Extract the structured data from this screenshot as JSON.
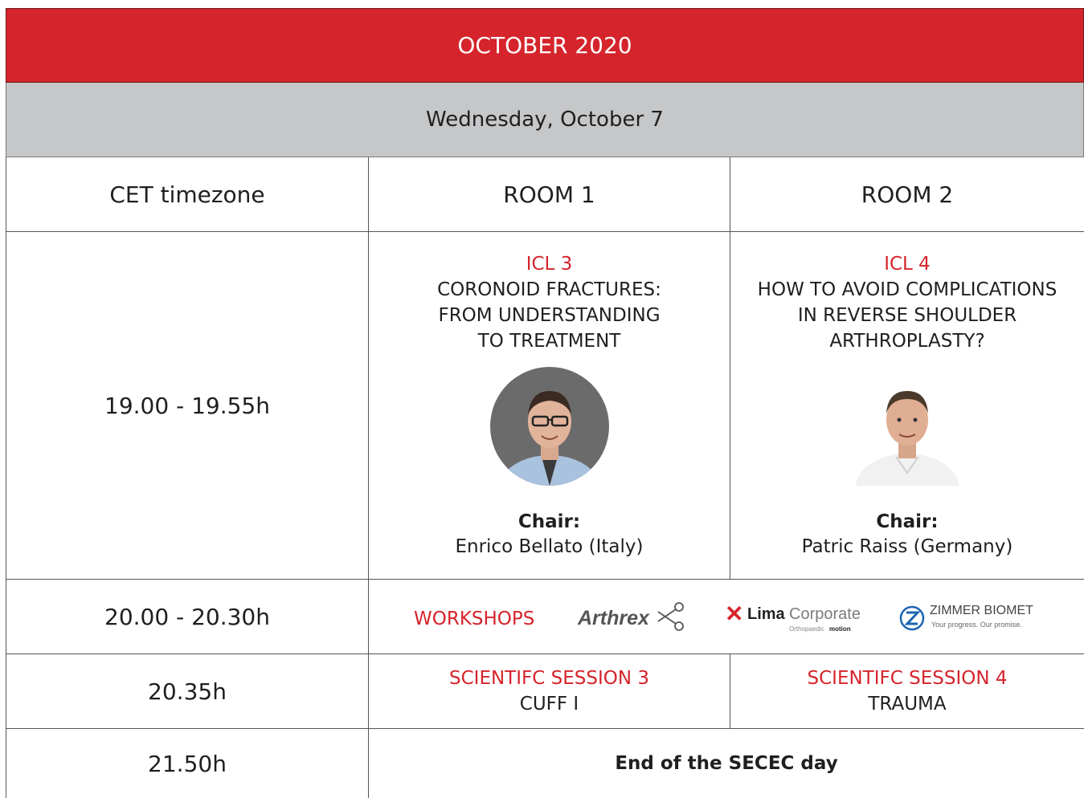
{
  "header": {
    "month": "OCTOBER 2020",
    "day": "Wednesday, October 7"
  },
  "columns": {
    "time": "CET timezone",
    "room1": "ROOM 1",
    "room2": "ROOM 2"
  },
  "rows": [
    {
      "time": "19.00 - 19.55h",
      "room1": {
        "code": "ICL 3",
        "title": [
          "CORONOID FRACTURES:",
          "FROM UNDERSTANDING",
          "TO TREATMENT"
        ],
        "chair_label": "Chair:",
        "chair_name": "Enrico Bellato (Italy)"
      },
      "room2": {
        "code": "ICL 4",
        "title": [
          "HOW TO AVOID COMPLICATIONS",
          "IN REVERSE SHOULDER",
          "ARTHROPLASTY?"
        ],
        "chair_label": "Chair:",
        "chair_name": "Patric Raiss (Germany)"
      }
    },
    {
      "time": "20.00 - 20.30h",
      "workshops_label": "WORKSHOPS",
      "sponsors": {
        "arthrex": "Arthrex",
        "lima_bold": "Lima",
        "lima_light": "Corporate",
        "lima_tag": "Orthopaedic",
        "lima_tag2": "motion",
        "zimmer": "ZIMMER BIOMET",
        "zimmer_tag": "Your progress. Our promise."
      }
    },
    {
      "time": "20.35h",
      "room1": {
        "code": "SCIENTIFC SESSION 3",
        "title": "CUFF I"
      },
      "room2": {
        "code": "SCIENTIFC SESSION 4",
        "title": "TRAUMA"
      }
    },
    {
      "time": "21.50h",
      "text": "End of the SECEC day"
    }
  ],
  "colors": {
    "red": "#d5242b",
    "gray": "#c6c7c9"
  }
}
